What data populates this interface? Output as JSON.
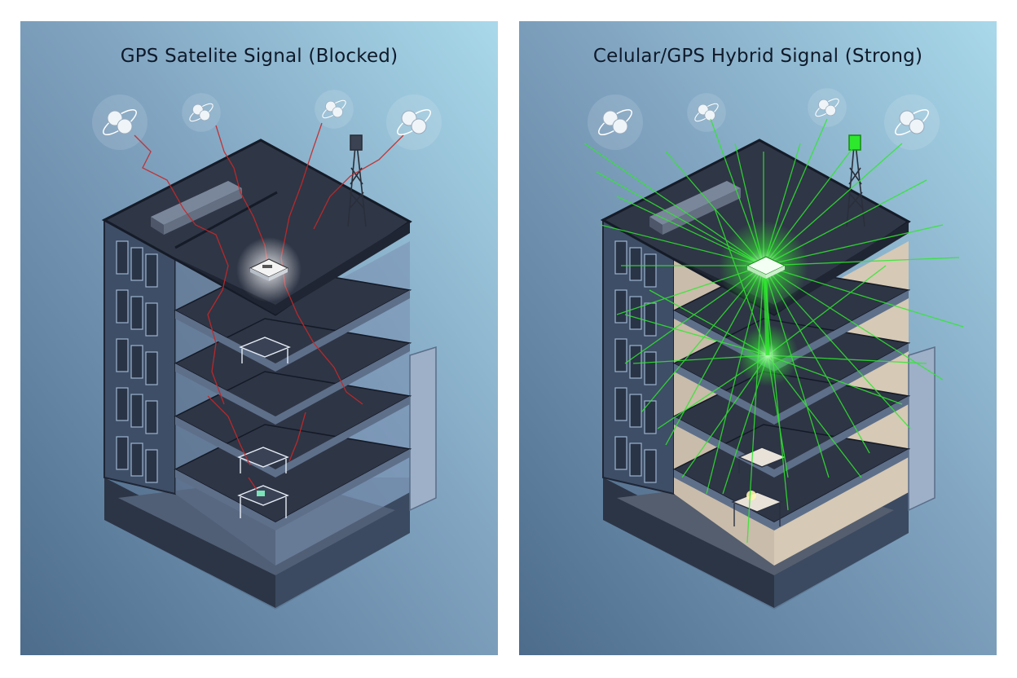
{
  "panels": [
    {
      "title": "GPS Satelite Signal (Blocked)",
      "signal_state": "blocked",
      "signal_color": "#c62828",
      "satellites": [
        "satellite-icon",
        "satellite-icon",
        "satellite-icon",
        "satellite-icon"
      ],
      "tower": "cell-tower-icon",
      "device": "gps-receiver-icon"
    },
    {
      "title": "Celular/GPS Hybrid Signal (Strong)",
      "signal_state": "strong",
      "signal_color": "#2ee82e",
      "satellites": [
        "satellite-icon",
        "satellite-icon",
        "satellite-icon",
        "satellite-icon"
      ],
      "tower": "cell-tower-icon",
      "device": "gps-receiver-icon"
    }
  ],
  "colors": {
    "background_top": "#a8d8ea",
    "background_bottom": "#50708f",
    "building_dark": "#2c3444",
    "building_side": "#6c80a0",
    "interior_lit": "#c9bcaa"
  }
}
